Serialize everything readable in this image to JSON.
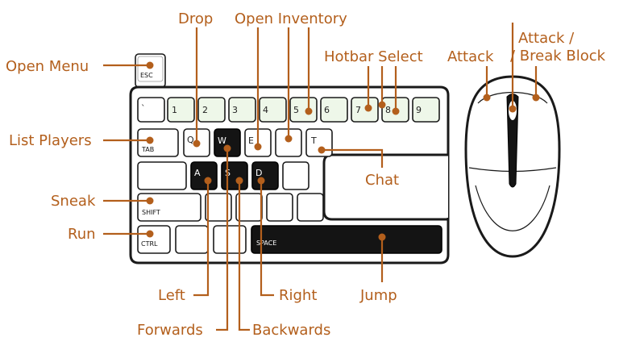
{
  "labels": {
    "open_menu": "Open Menu",
    "drop": "Drop",
    "open_inventory": "Open Inventory",
    "hotbar_select": "Hotbar Select",
    "attack": "Attack",
    "attack_break_line1": "Attack /",
    "attack_break_line2": "/ Break Block",
    "list_players": "List Players",
    "chat": "Chat",
    "sneak": "Sneak",
    "run": "Run",
    "left": "Left",
    "right": "Right",
    "jump": "Jump",
    "forwards": "Forwards",
    "backwards": "Backwards"
  },
  "keys": {
    "esc": "ESC",
    "backtick": "`",
    "num1": "1",
    "num2": "2",
    "num3": "3",
    "num4": "4",
    "num5": "5",
    "num6": "6",
    "num7": "7",
    "num8": "8",
    "num9": "9",
    "tab": "TAB",
    "q": "Q",
    "w": "W",
    "e": "E",
    "t": "T",
    "a": "A",
    "s": "S",
    "d": "D",
    "shift": "SHIFT",
    "ctrl": "CTRL",
    "space": "SPACE"
  },
  "colors": {
    "accent": "#b35f1c",
    "hotbar_key": "#eef7e9",
    "movement_key": "#141414"
  }
}
